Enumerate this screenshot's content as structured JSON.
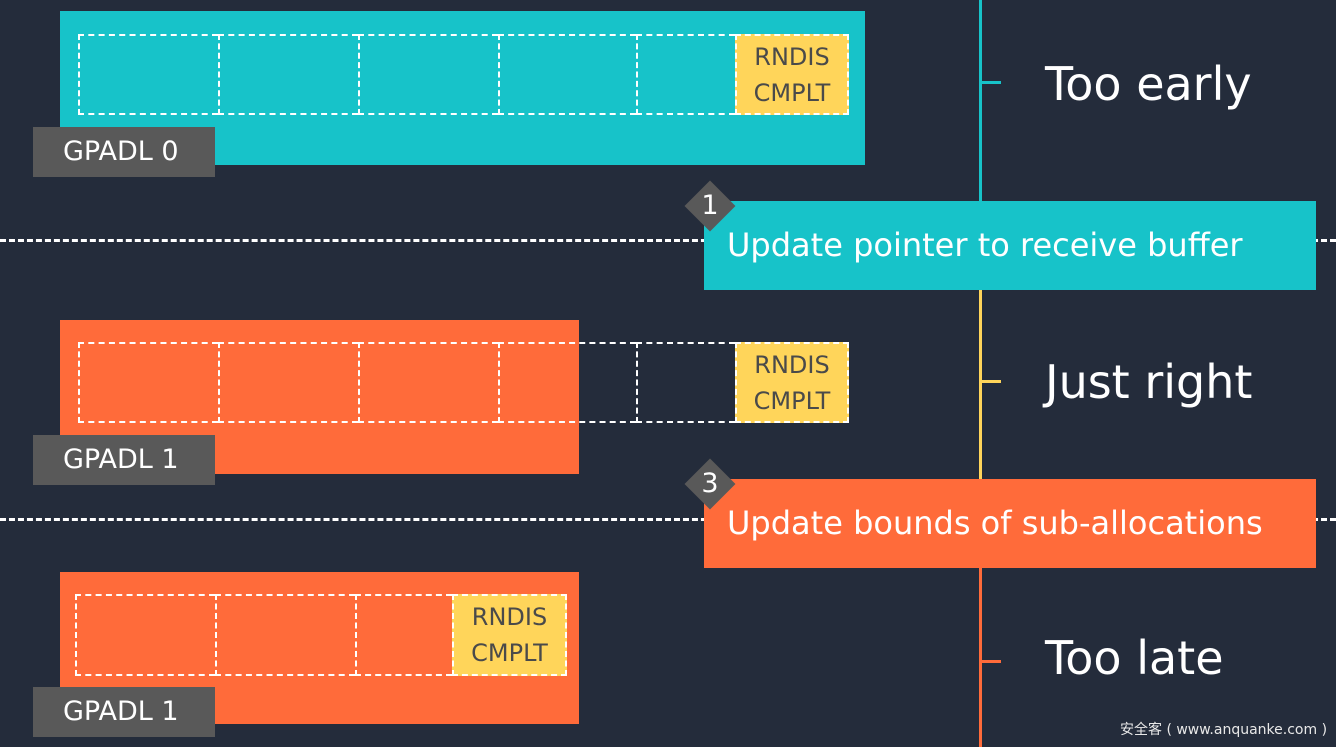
{
  "colors": {
    "background": "#242c3b",
    "teal": "#17c3c9",
    "orange": "#ff6b3a",
    "yellow": "#ffd55a",
    "label": "#595959"
  },
  "rows": [
    {
      "label": "GPADL 0",
      "state": "Too early",
      "buffer_line1": "RNDIS",
      "buffer_line2": "CMPLT"
    },
    {
      "label": "GPADL 1",
      "state": "Just right",
      "buffer_line1": "RNDIS",
      "buffer_line2": "CMPLT"
    },
    {
      "label": "GPADL 1",
      "state": "Too late",
      "buffer_line1": "RNDIS",
      "buffer_line2": "CMPLT"
    }
  ],
  "steps": [
    {
      "number": "1",
      "text": "Update pointer to receive buffer"
    },
    {
      "number": "3",
      "text": "Update bounds of sub-allocations"
    }
  ],
  "watermark": "安全客 ( www.anquanke.com )"
}
